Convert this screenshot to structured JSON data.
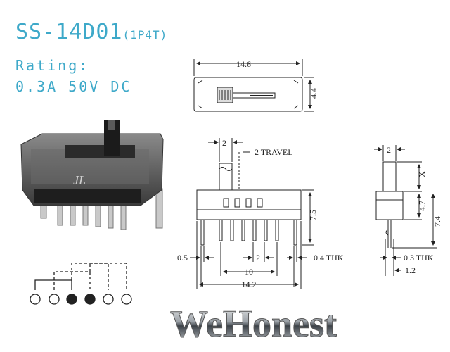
{
  "title": {
    "model": "SS-14D01",
    "config": "(1P4T)"
  },
  "rating": {
    "label": "Rating:",
    "value": "0.3A  50V  DC"
  },
  "top_view": {
    "width_dim": "14.6",
    "height_dim": "4.4"
  },
  "front_view": {
    "actuator_width": "2",
    "travel": "2 TRAVEL",
    "height_dim": "7.5",
    "left_dim": "0.5",
    "pin_pitch": "2",
    "pin_thk": "0.4 THK",
    "pin_span": "10",
    "body_width": "14.2"
  },
  "side_view": {
    "actuator_width": "2",
    "x_dim": "X",
    "dim_47": "4.7",
    "dim_74": "7.4",
    "pin_thk": "0.3 THK",
    "depth": "1.2"
  },
  "device_logo": "JL",
  "brand": "WeHonest",
  "colors": {
    "accent": "#3ea9c9",
    "line": "#222222"
  }
}
